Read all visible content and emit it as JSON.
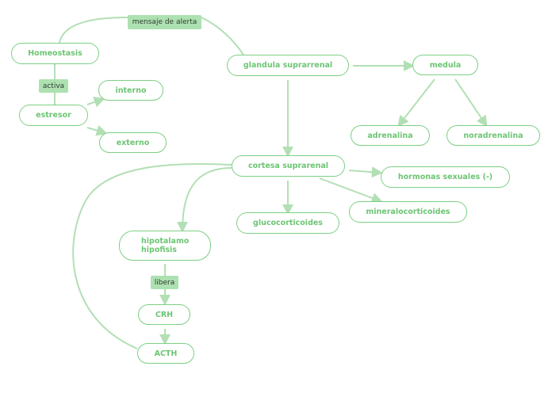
{
  "nodes": {
    "homeostasis": "Homeostasis",
    "estresor": "estresor",
    "interno": "interno",
    "externo": "externo",
    "glandula": "glandula suprarrenal",
    "medula": "medula",
    "adrenalina": "adrenalina",
    "noradrenalina": "noradrenalina",
    "cortesa": "cortesa suprarenal",
    "hormonas": "hormonas sexuales (-)",
    "mineralocorticoides": "mineralocorticoides",
    "glucocorticoides": "glucocorticoides",
    "hipotalamo_line1": "hipotalamo",
    "hipotalamo_line2": "hipofisis",
    "crh": "CRH",
    "acth": "ACTH"
  },
  "labels": {
    "mensaje": "mensaje de alerta",
    "activa": "activa",
    "libera": "libera"
  },
  "colors": {
    "node_border": "#7dcf84",
    "node_text": "#6cc573",
    "tag_background": "#ade1b1",
    "connector": "#b2dfb4"
  }
}
